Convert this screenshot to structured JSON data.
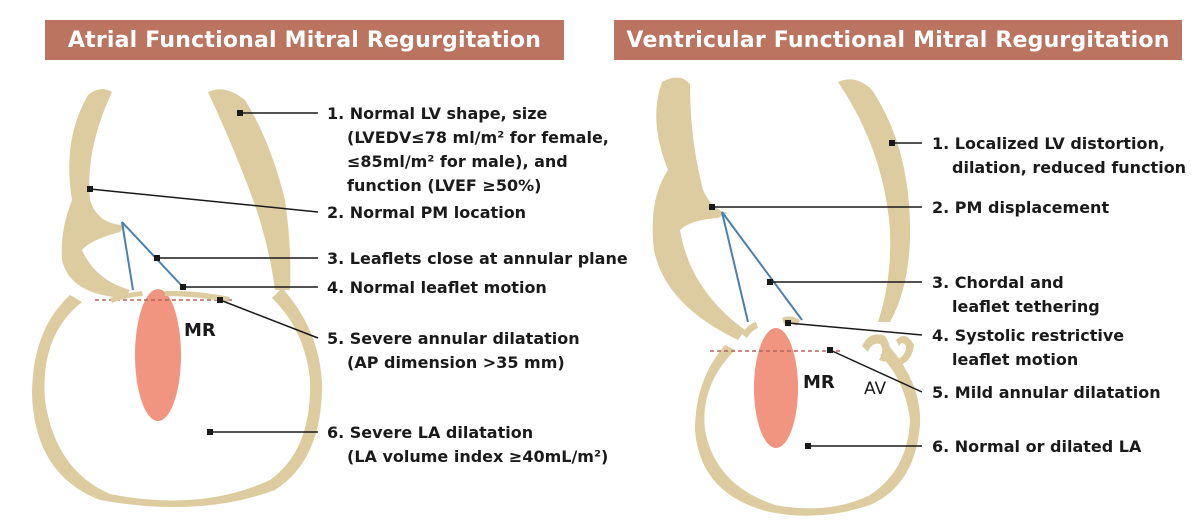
{
  "colors": {
    "banner": "#bb7460",
    "heart_wall": "#dccc9f",
    "regurgitant_jet": "#f29580",
    "chordae": "#4a80b0",
    "annulus_dashed": "#b5645a",
    "leader": "#1a1a1a"
  },
  "left": {
    "title": "Atrial Functional Mitral Regurgitation",
    "mr_label": "MR",
    "labels": [
      [
        "1. Normal LV shape, size",
        "(LVEDV≤78 ml/m² for female,",
        "≤85ml/m² for male), and",
        "function (LVEF ≥50%)"
      ],
      [
        "2. Normal PM location"
      ],
      [
        "3. Leaflets close at annular plane"
      ],
      [
        "4. Normal leaflet motion"
      ],
      [
        "5. Severe annular dilatation",
        "(AP dimension >35 mm)"
      ],
      [
        "6. Severe LA dilatation",
        "(LA volume index ≥40mL/m²)"
      ]
    ]
  },
  "right": {
    "title": "Ventricular Functional Mitral Regurgitation",
    "mr_label": "MR",
    "av_label": "AV",
    "labels": [
      [
        "1. Localized LV distortion,",
        "dilation, reduced function"
      ],
      [
        "2. PM displacement"
      ],
      [
        "3. Chordal and",
        "leaflet tethering"
      ],
      [
        "4. Systolic restrictive",
        "leaflet motion"
      ],
      [
        "5. Mild annular dilatation"
      ],
      [
        "6. Normal or dilated LA"
      ]
    ]
  }
}
